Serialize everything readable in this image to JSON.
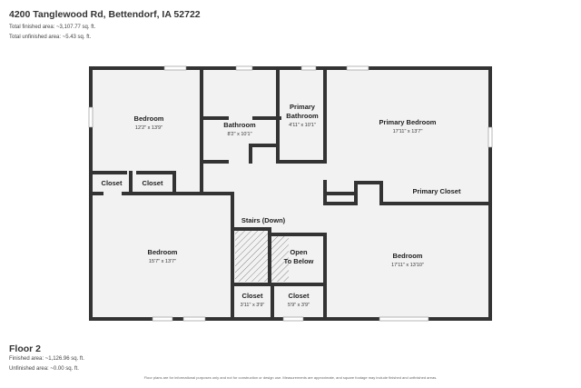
{
  "header": {
    "address": "4200 Tanglewood Rd, Bettendorf, IA 52722",
    "total_finished": "Total finished area: ~3,107.77 sq. ft.",
    "total_unfinished": "Total unfinished area: ~5.43 sq. ft."
  },
  "rooms": {
    "bedroom_tl": {
      "name": "Bedroom",
      "dim": "12'2\" x 13'9\""
    },
    "bathroom": {
      "name": "Bathroom",
      "dim": "8'2\" x 10'1\""
    },
    "primary_bathroom": {
      "name1": "Primary",
      "name2": "Bathroom",
      "dim": "4'11\" x 10'1\""
    },
    "primary_bedroom": {
      "name": "Primary Bedroom",
      "dim": "17'11\" x 13'7\""
    },
    "closet_1": {
      "name": "Closet"
    },
    "closet_2": {
      "name": "Closet"
    },
    "primary_closet": {
      "name": "Primary Closet"
    },
    "stairs": {
      "name": "Stairs (Down)"
    },
    "open_to_below": {
      "name1": "Open",
      "name2": "To Below"
    },
    "bedroom_bl": {
      "name": "Bedroom",
      "dim": "15'7\" x 13'7\""
    },
    "bedroom_br": {
      "name": "Bedroom",
      "dim": "17'11\" x 13'10\""
    },
    "closet_3": {
      "name": "Closet",
      "dim": "3'11\" x 3'9\""
    },
    "closet_4": {
      "name": "Closet",
      "dim": "5'9\" x 3'9\""
    }
  },
  "footer": {
    "floor": "Floor 2",
    "finished": "Finished area: ~1,126.96 sq. ft.",
    "unfinished": "Unfinished area: ~0.00 sq. ft.",
    "disclaimer": "Floor plans are for informational purposes only and not for construction or design use. Measurements are approximate, and square footage may include finished and unfinished areas."
  }
}
